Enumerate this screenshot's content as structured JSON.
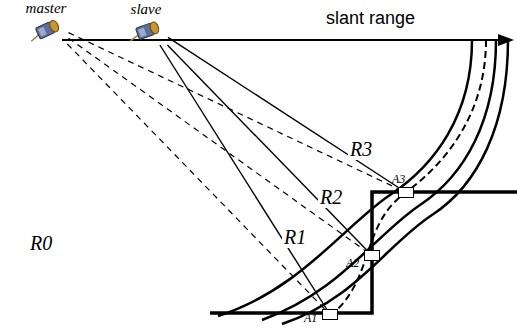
{
  "diagram": {
    "nodes": [
      {
        "text": [
          "master"
        ]
      },
      {
        "text": [
          "slave"
        ]
      },
      {
        "text": [
          "A1"
        ]
      },
      {
        "text": [
          "A2"
        ]
      },
      {
        "text": [
          "A3"
        ]
      }
    ],
    "edges": [
      {
        "from": 0,
        "to": 2,
        "arrow": "none",
        "label": "R0"
      },
      {
        "from": 0,
        "to": 3,
        "arrow": "none"
      },
      {
        "from": 0,
        "to": 4,
        "arrow": "none"
      },
      {
        "from": 1,
        "to": 2,
        "arrow": "none",
        "label": "R1"
      },
      {
        "from": 1,
        "to": 3,
        "arrow": "none",
        "label": "R2"
      },
      {
        "from": 1,
        "to": 4,
        "arrow": "none",
        "label": "R3"
      }
    ],
    "labels": [
      "slant range"
    ]
  }
}
